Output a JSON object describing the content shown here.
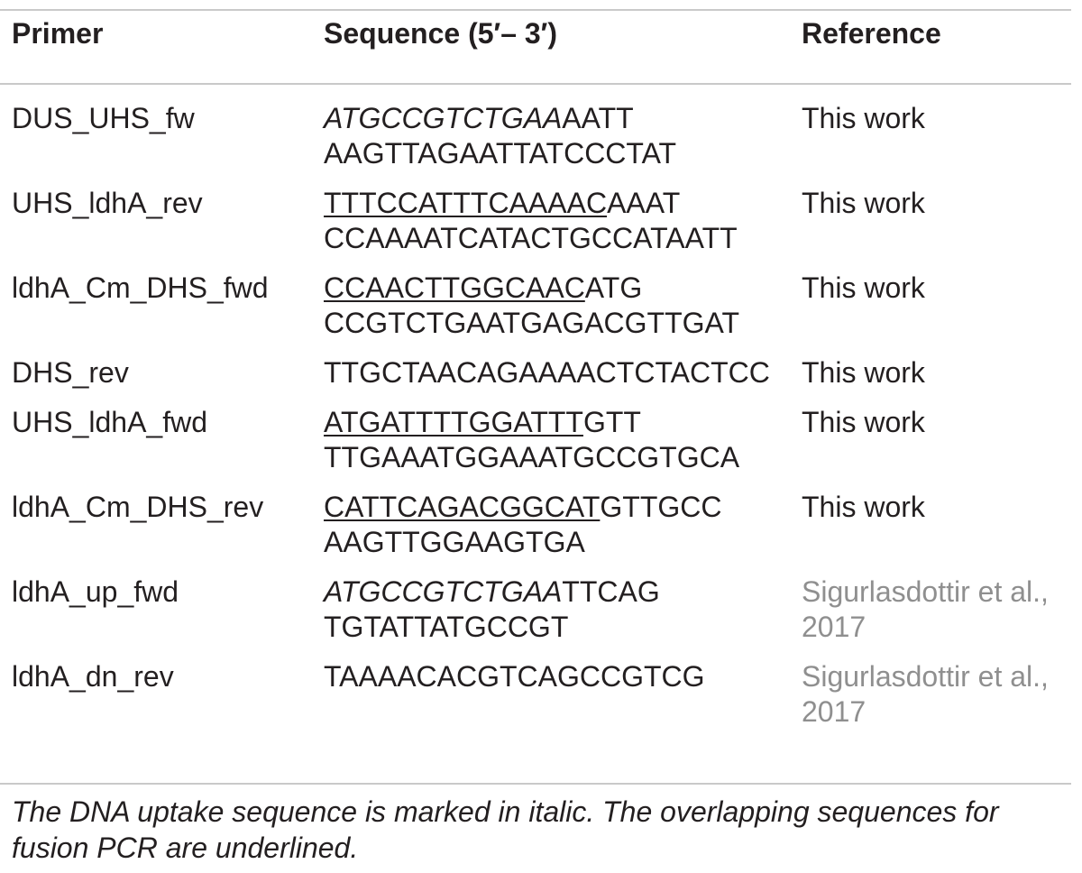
{
  "table": {
    "headers": [
      "Primer",
      "Sequence (5′– 3′)",
      "Reference"
    ],
    "rows": [
      {
        "primer": "DUS_UHS_fw",
        "seq1": [
          {
            "t": "ATGCCGTCTGAA",
            "s": "italic"
          },
          {
            "t": "AATT",
            "s": ""
          }
        ],
        "seq2": [
          {
            "t": "AAGTTAGAATTATCCCTAT",
            "s": ""
          }
        ],
        "ref": "This work",
        "ref_gray": false
      },
      {
        "primer": "UHS_ldhA_rev",
        "seq1": [
          {
            "t": "TTTCCATTTCAAAAC",
            "s": "underline"
          },
          {
            "t": "AAAT",
            "s": ""
          }
        ],
        "seq2": [
          {
            "t": "CCAAAATCATACTGCCATAATT",
            "s": ""
          }
        ],
        "ref": "This work",
        "ref_gray": false
      },
      {
        "primer": "ldhA_Cm_DHS_fwd",
        "seq1": [
          {
            "t": "CCAACTTGGCAAC",
            "s": "underline"
          },
          {
            "t": "ATG",
            "s": ""
          }
        ],
        "seq2": [
          {
            "t": "CCGTCTGAATGAGACGTTGAT",
            "s": ""
          }
        ],
        "ref": "This work",
        "ref_gray": false
      },
      {
        "primer": "DHS_rev",
        "seq1": [
          {
            "t": "TTGCTAACAGAAAACTCTACTCC",
            "s": ""
          }
        ],
        "seq2": [],
        "ref": "This work",
        "ref_gray": false
      },
      {
        "primer": "UHS_ldhA_fwd",
        "seq1": [
          {
            "t": "ATGATTTTGGATTT",
            "s": "underline"
          },
          {
            "t": "GTT",
            "s": ""
          }
        ],
        "seq2": [
          {
            "t": "TTGAAATGGAAATGCCGTGCA",
            "s": ""
          }
        ],
        "ref": "This work",
        "ref_gray": false
      },
      {
        "primer": "ldhA_Cm_DHS_rev",
        "seq1": [
          {
            "t": "CATTCAGACGGCAT",
            "s": "underline"
          },
          {
            "t": "GTTGCC",
            "s": ""
          }
        ],
        "seq2": [
          {
            "t": "AAGTTGGAAGTGA",
            "s": ""
          }
        ],
        "ref": "This work",
        "ref_gray": false
      },
      {
        "primer": "ldhA_up_fwd",
        "seq1": [
          {
            "t": "ATGCCGTCTGAA",
            "s": "italic"
          },
          {
            "t": "TTCAG",
            "s": ""
          }
        ],
        "seq2": [
          {
            "t": "TGTATTATGCCGT",
            "s": ""
          }
        ],
        "ref": "Sigurlasdottir et al., 2017",
        "ref_gray": true
      },
      {
        "primer": "ldhA_dn_rev",
        "seq1": [
          {
            "t": "TAAAACACGTCAGCCGTCG",
            "s": ""
          }
        ],
        "seq2": [],
        "ref": "Sigurlasdottir et al., 2017",
        "ref_gray": true
      }
    ]
  },
  "footnote": "The DNA uptake sequence is marked in italic. The overlapping sequences for fusion PCR are underlined."
}
